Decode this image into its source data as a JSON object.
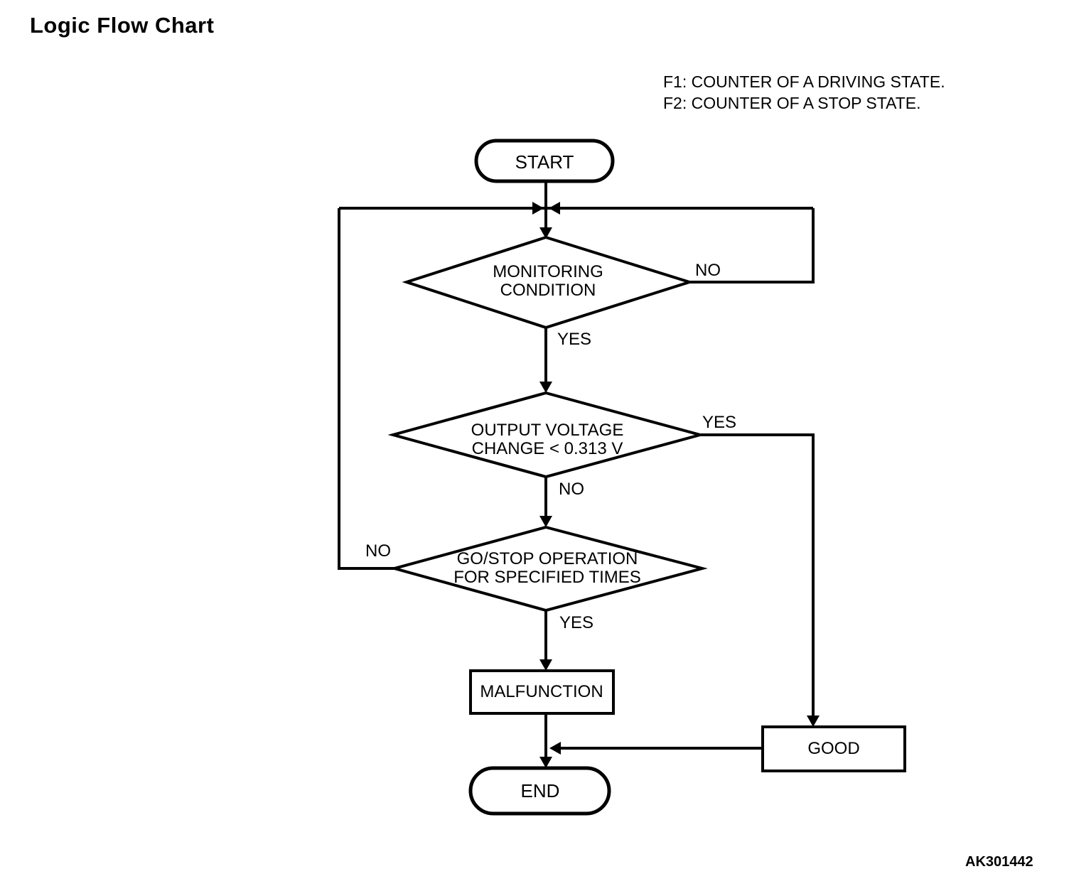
{
  "title": "Logic Flow Chart",
  "notes": [
    "F1: COUNTER OF A DRIVING STATE.",
    "F2: COUNTER OF A STOP STATE."
  ],
  "nodes": {
    "start": {
      "type": "terminator",
      "label": "START"
    },
    "monitoring": {
      "type": "decision",
      "line1": "MONITORING",
      "line2": "CONDITION"
    },
    "output": {
      "type": "decision",
      "line1": "OUTPUT VOLTAGE",
      "line2": "CHANGE < 0.313 V"
    },
    "gostop": {
      "type": "decision",
      "line1": "GO/STOP OPERATION",
      "line2": "FOR SPECIFIED TIMES"
    },
    "malfunction": {
      "type": "process",
      "label": "MALFUNCTION"
    },
    "good": {
      "type": "process",
      "label": "GOOD"
    },
    "end": {
      "type": "terminator",
      "label": "END"
    }
  },
  "edge_labels": {
    "monitoring_no": "NO",
    "monitoring_yes": "YES",
    "output_yes": "YES",
    "output_no": "NO",
    "gostop_no": "NO",
    "gostop_yes": "YES"
  },
  "figure_code": "AK301442",
  "colors": {
    "line": "#000000",
    "background": "#ffffff",
    "text": "#000000"
  }
}
